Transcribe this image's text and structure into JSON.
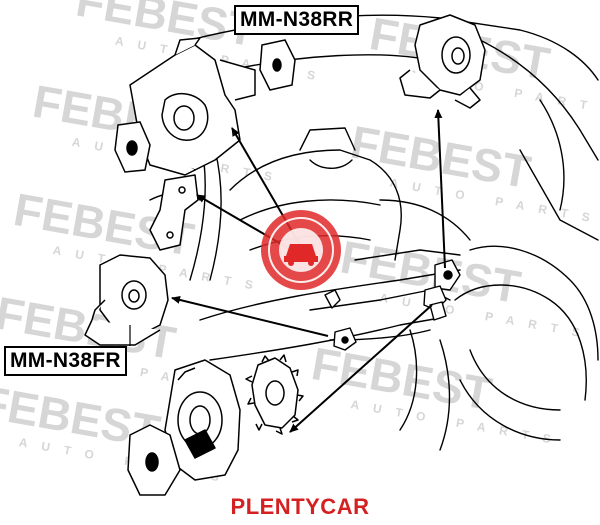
{
  "labels": {
    "rear_mount": "MM-N38RR",
    "front_mount": "MM-N38FR"
  },
  "watermark": {
    "logo_text": "FEBEST",
    "tagline": "AUTO PARTS"
  },
  "brand": {
    "text": "PLENTYCAR",
    "color": "#d42020"
  },
  "colors": {
    "line": "#000000",
    "watermark": "#cfcfcf",
    "emblem": "#e02828"
  }
}
